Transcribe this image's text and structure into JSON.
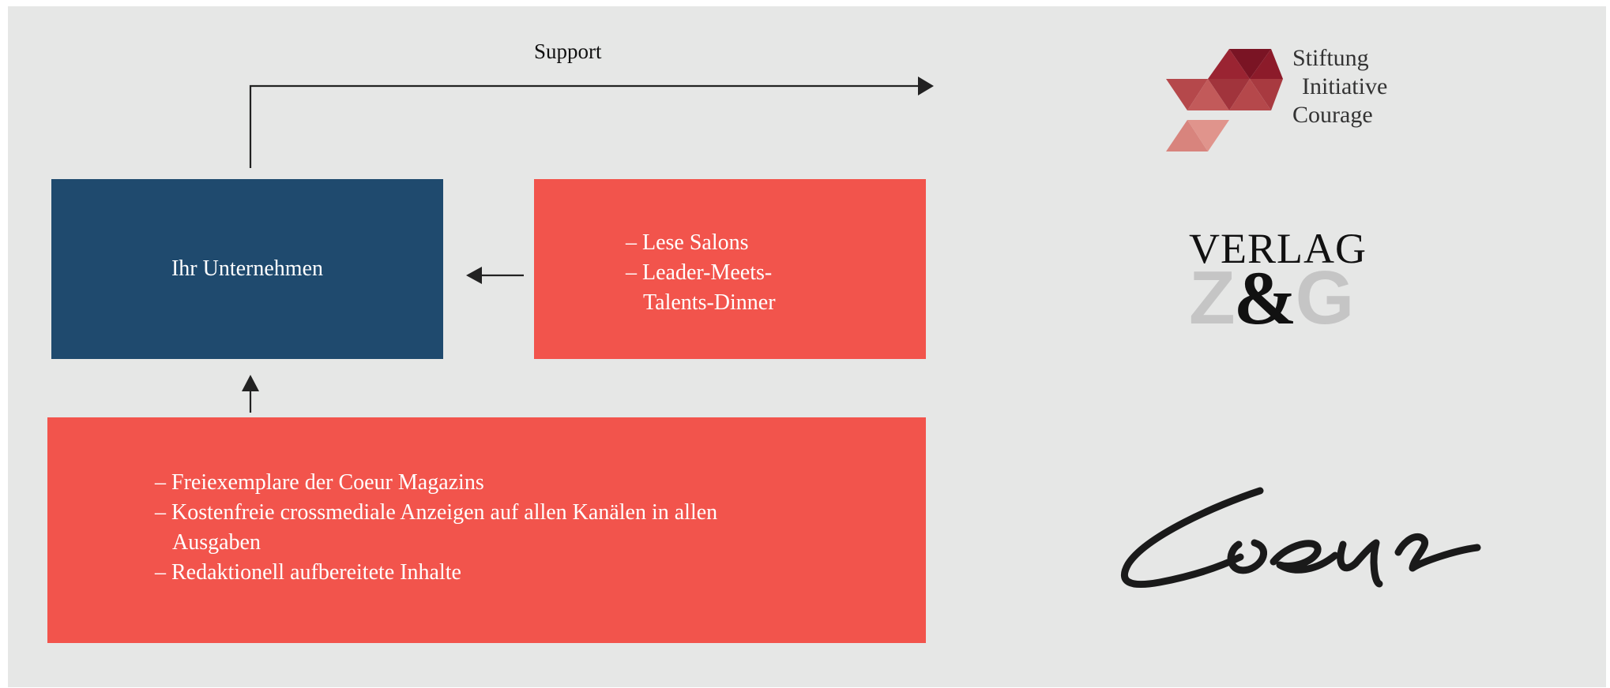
{
  "diagram": {
    "support_label": "Support",
    "company": {
      "label": "Ihr Unternehmen"
    },
    "events": {
      "items": [
        "Lese Salons",
        "Leader-Meets-Talents-Dinner"
      ]
    },
    "benefits": {
      "items": [
        "Freiexemplare der Coeur Magazins",
        "Kostenfreie crossmediale Anzeigen auf allen Kanälen in allen Ausgaben",
        "Redaktionell aufbereitete Inhalte"
      ]
    }
  },
  "logos": {
    "stiftung": {
      "line1": "Stiftung",
      "line2": "Initiative",
      "line3": "Courage"
    },
    "verlag": {
      "word": "VERLAG",
      "z": "Z",
      "amp": "&",
      "g": "G"
    },
    "coeur": {
      "text": "Coeur"
    }
  },
  "colors": {
    "background": "#e6e7e6",
    "company_box": "#1f4a6e",
    "accent_box": "#f2544c",
    "arrow": "#222222"
  }
}
